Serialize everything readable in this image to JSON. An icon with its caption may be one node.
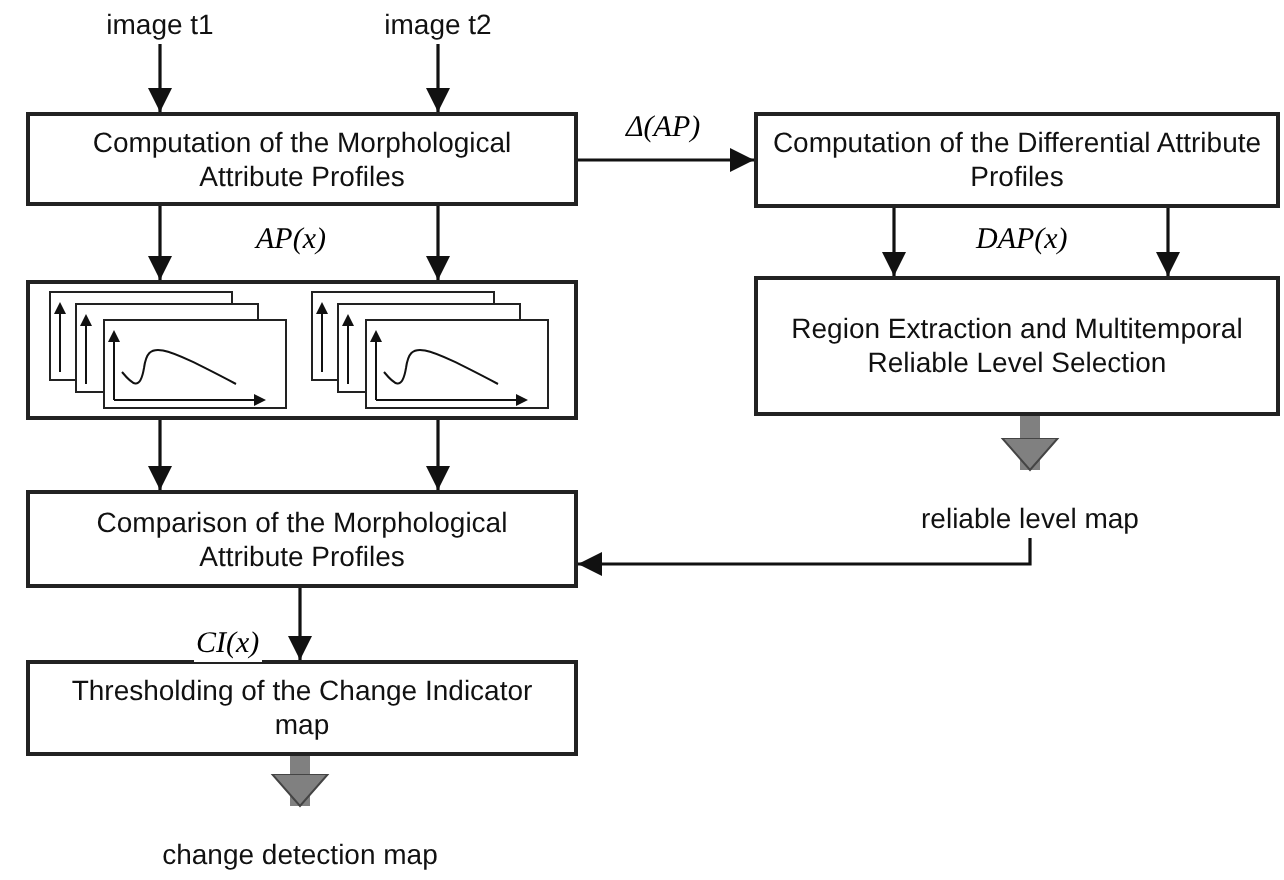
{
  "diagram": {
    "nodes": [
      {
        "text": [
          "image t1"
        ]
      },
      {
        "text": [
          "image t2"
        ]
      },
      {
        "text": [
          "Computation of the Morphological Attribute Profiles"
        ]
      },
      {
        "text": [],
        "shape": "box"
      },
      {
        "text": [
          "Comparison of the Morphological Attribute Profiles"
        ]
      },
      {
        "text": [
          "Thresholding of the Change Indicator map"
        ]
      },
      {
        "text": [
          "change detection map"
        ]
      },
      {
        "text": [
          "Computation of the Differential Attribute Profiles"
        ]
      },
      {
        "text": [
          "Region Extraction and Multitemporal Reliable Level Selection"
        ]
      },
      {
        "text": [
          "reliable level map"
        ]
      }
    ],
    "edges": [
      {
        "from": 0,
        "to": 2,
        "arrow": "to"
      },
      {
        "from": 1,
        "to": 2,
        "arrow": "to"
      },
      {
        "from": 2,
        "to": 7,
        "arrow": "to",
        "label": "Δ(AP)"
      },
      {
        "from": 2,
        "to": 3,
        "arrow": "to"
      },
      {
        "from": 2,
        "to": 3,
        "arrow": "to"
      },
      {
        "from": 3,
        "to": 4,
        "arrow": "to"
      },
      {
        "from": 3,
        "to": 4,
        "arrow": "to"
      },
      {
        "from": 4,
        "to": 5,
        "arrow": "to",
        "label": "CI(x)"
      },
      {
        "from": 5,
        "to": 6,
        "arrow": "to",
        "style": "thick",
        "color": "#808080"
      },
      {
        "from": 7,
        "to": 8,
        "arrow": "to"
      },
      {
        "from": 7,
        "to": 8,
        "arrow": "to"
      },
      {
        "from": 8,
        "to": 9,
        "arrow": "to",
        "style": "thick",
        "color": "#808080"
      },
      {
        "from": 9,
        "to": 4,
        "arrow": "to"
      }
    ],
    "labels": [
      "AP(x)",
      "DAP(x)"
    ]
  }
}
